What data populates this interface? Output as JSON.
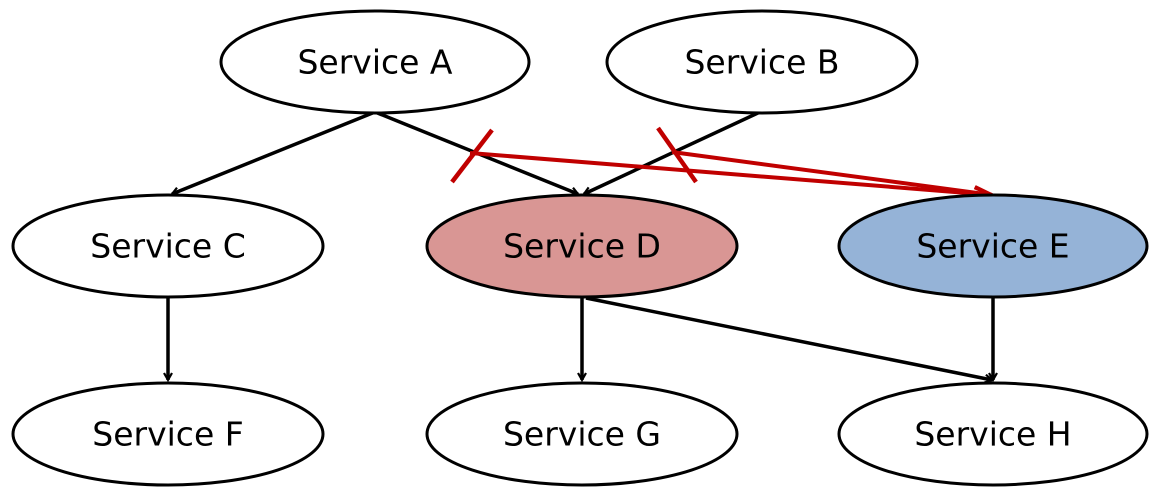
{
  "diagram": {
    "colors": {
      "default_fill": "#ffffff",
      "highlight_red": "#d99694",
      "highlight_blue": "#95b3d7",
      "stroke": "#000000",
      "blocked": "#c00000"
    },
    "nodes": [
      {
        "id": "A",
        "label": "Service A",
        "fill": "default_fill"
      },
      {
        "id": "B",
        "label": "Service B",
        "fill": "default_fill"
      },
      {
        "id": "C",
        "label": "Service C",
        "fill": "default_fill"
      },
      {
        "id": "D",
        "label": "Service D",
        "fill": "highlight_red"
      },
      {
        "id": "E",
        "label": "Service E",
        "fill": "highlight_blue"
      },
      {
        "id": "F",
        "label": "Service F",
        "fill": "default_fill"
      },
      {
        "id": "G",
        "label": "Service G",
        "fill": "default_fill"
      },
      {
        "id": "H",
        "label": "Service H",
        "fill": "default_fill"
      }
    ],
    "edges": [
      {
        "from": "A",
        "to": "C"
      },
      {
        "from": "A",
        "to": "D"
      },
      {
        "from": "B",
        "to": "D"
      },
      {
        "from": "C",
        "to": "F"
      },
      {
        "from": "D",
        "to": "G"
      },
      {
        "from": "D",
        "to": "H"
      },
      {
        "from": "E",
        "to": "H"
      }
    ],
    "blocked_edges": [
      {
        "from": "A",
        "to": "E"
      },
      {
        "from": "B",
        "to": "E"
      }
    ]
  }
}
